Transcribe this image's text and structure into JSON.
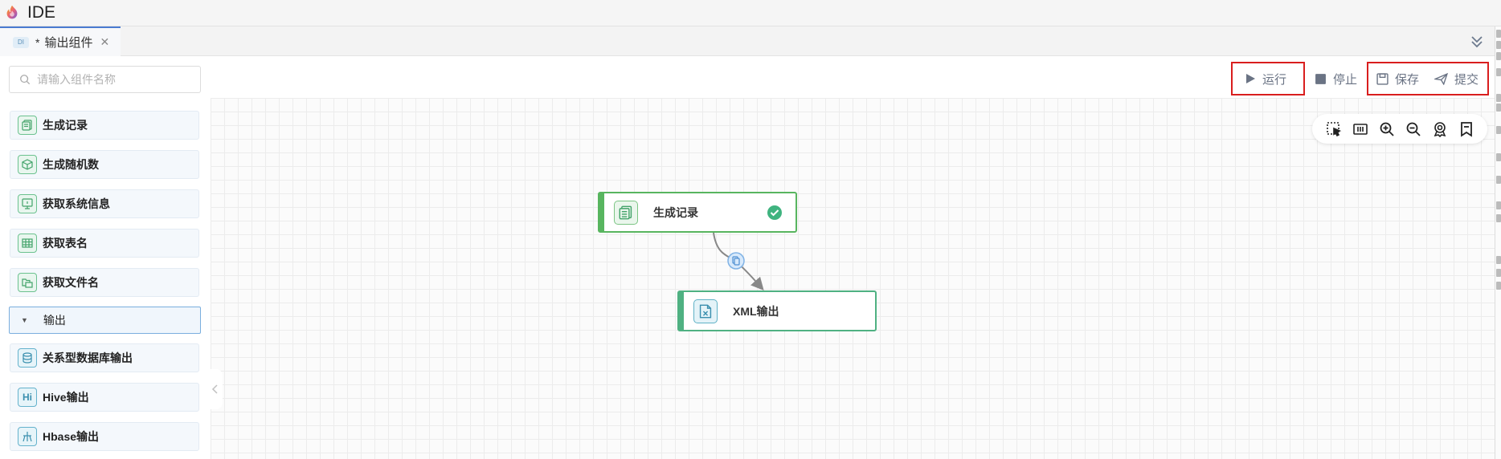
{
  "app": {
    "title": "IDE",
    "logo_icon": "flame-logo-icon"
  },
  "tabs": [
    {
      "badge": "DI",
      "modified": "*",
      "label": "输出组件",
      "close": "✕"
    }
  ],
  "sidebar": {
    "search_placeholder": "请输入组件名称",
    "items_top": [
      {
        "label": "生成记录",
        "icon": "document-list-icon"
      },
      {
        "label": "生成随机数",
        "icon": "dice-icon"
      },
      {
        "label": "获取系统信息",
        "icon": "system-info-icon"
      },
      {
        "label": "获取表名",
        "icon": "table-icon"
      },
      {
        "label": "获取文件名",
        "icon": "folder-file-icon"
      }
    ],
    "group": {
      "label": "输出",
      "expanded": true
    },
    "items_output": [
      {
        "label": "关系型数据库输出",
        "icon": "database-icon",
        "glyph": ""
      },
      {
        "label": "Hive输出",
        "icon": "hive-icon",
        "glyph": "Hi"
      },
      {
        "label": "Hbase输出",
        "icon": "hbase-icon",
        "glyph": ""
      }
    ]
  },
  "toolbar": {
    "run": "运行",
    "stop": "停止",
    "save": "保存",
    "submit": "提交"
  },
  "canvas_tools": [
    "select-region-icon",
    "fit-view-icon",
    "zoom-in-icon",
    "zoom-out-icon",
    "locate-icon",
    "bookmark-icon"
  ],
  "nodes": [
    {
      "id": "gen",
      "label": "生成记录",
      "icon": "document-list-icon",
      "status": "success"
    },
    {
      "id": "xml",
      "label": "XML输出",
      "icon": "xml-file-icon",
      "status": ""
    }
  ],
  "colors": {
    "accent_blue": "#4a7bd0",
    "highlight_red": "#d91e1e",
    "node_green": "#58b55f",
    "node_teal": "#4fb182",
    "success": "#3fb37f"
  }
}
